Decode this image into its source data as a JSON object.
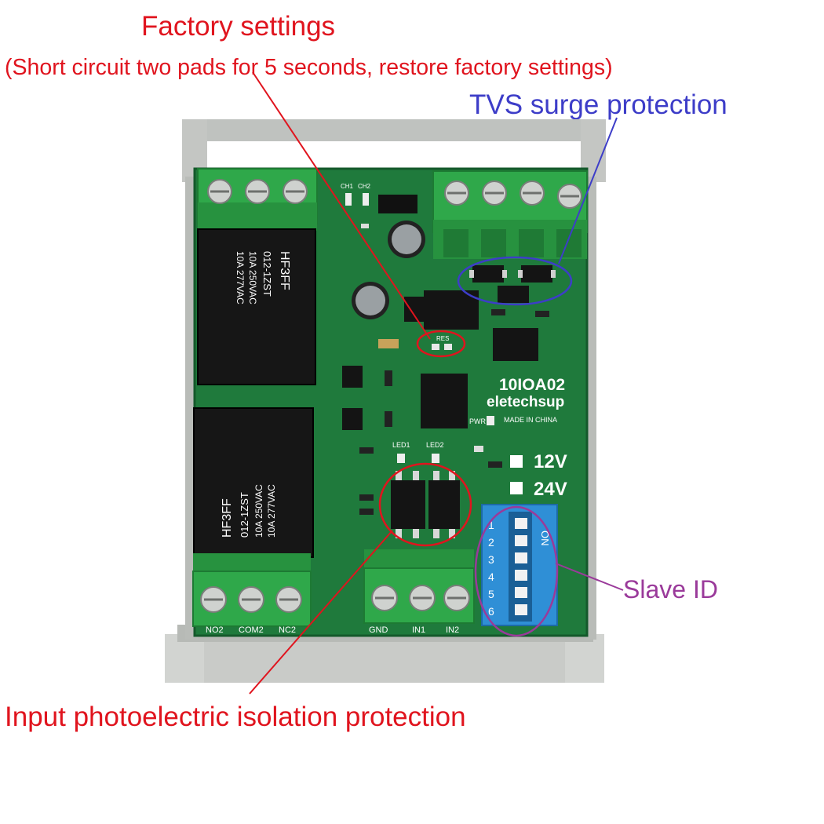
{
  "annotations": {
    "factory_title": "Factory settings",
    "factory_detail": "(Short circuit two pads for 5 seconds, restore factory settings)",
    "tvs": "TVS surge protection",
    "slave_id": "Slave ID",
    "input_isolation": "Input photoelectric isolation protection"
  },
  "board": {
    "model": "10IOA02",
    "brand": "eletechsup",
    "made_in": "MADE IN CHINA",
    "volt_12": "12V",
    "volt_24": "24V",
    "res_label": "RES",
    "pwr_label": "PWR",
    "led1_label": "LED1",
    "led2_label": "LED2",
    "ch1_label": "CH1",
    "ch2_label": "CH2",
    "dip_on": "ON",
    "dip_numbers": [
      "1",
      "2",
      "3",
      "4",
      "5",
      "6"
    ],
    "relay_brand": "HF3FF",
    "relay_model": "012-1ZST",
    "relay_rating_1": "10A 250VAC",
    "relay_rating_2": "10A 277VAC",
    "bottom_labels": {
      "no2": "NO2",
      "com2": "COM2",
      "nc2": "NC2",
      "gnd": "GND",
      "in1": "IN1",
      "in2": "IN2"
    }
  },
  "colors": {
    "factory": "#e0141e",
    "tvs": "#3d3dc8",
    "slave": "#9a3a9a",
    "input": "#e0141e",
    "pcb": "#1f7a3c",
    "terminal": "#2fa84a",
    "enclosure": "#c9cbc8"
  }
}
